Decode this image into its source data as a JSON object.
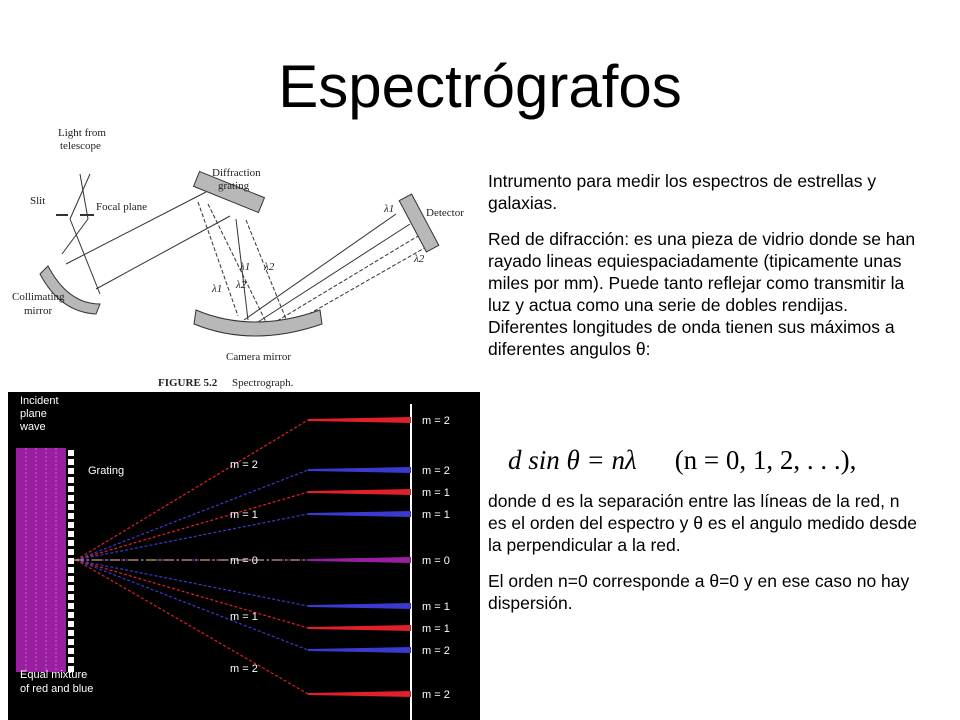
{
  "slide": {
    "title": "Espectrógrafos"
  },
  "paragraphs": [
    "Intrumento para medir los espectros de estrellas y galaxias.",
    "Red de difracción: es una pieza de vidrio donde se han rayado lineas equiespaciadamente (tipicamente unas miles por mm). Puede tanto reflejar como transmitir la luz y actua como una serie de dobles rendijas. Diferentes longitudes de onda tienen sus máximos a diferentes angulos θ:",
    "donde d es la separación entre las líneas de la red, n es el orden del espectro y θ es el angulo medido desde la perpendicular a la red.",
    "El orden n=0 corresponde a θ=0 y en ese caso no hay dispersión."
  ],
  "equation": {
    "left": "d sin θ = nλ",
    "right": "(n = 0, 1, 2, . . .),"
  },
  "spectrograph_figure": {
    "labels": {
      "light_from": "Light from",
      "telescope": "telescope",
      "slit": "Slit",
      "focal_plane": "Focal plane",
      "diffraction": "Diffraction",
      "grating": "grating",
      "collimating": "Collimating",
      "mirror": "mirror",
      "camera_mirror": "Camera mirror",
      "detector": "Detector",
      "lambda1": "λ1",
      "lambda2": "λ2"
    },
    "caption_label": "FIGURE 5.2",
    "caption_text": "Spectrograph."
  },
  "grating_figure": {
    "labels": {
      "incident": "Incident",
      "plane": "plane",
      "wave": "wave",
      "grating": "Grating",
      "equal_mixture": "Equal mixture",
      "of_red_and_blue": "of red and blue"
    },
    "left_orders": [
      "m = 2",
      "m = 1",
      "m = 0",
      "m = 1",
      "m = 2"
    ],
    "right_orders": [
      "m = 2",
      "m = 2",
      "m = 1",
      "m = 1",
      "m = 0",
      "m = 1",
      "m = 1",
      "m = 2",
      "m = 2"
    ],
    "colors": {
      "red": "#e0202a",
      "blue": "#3a3ad0",
      "purple": "#9a1fa0",
      "background": "#000000"
    }
  }
}
